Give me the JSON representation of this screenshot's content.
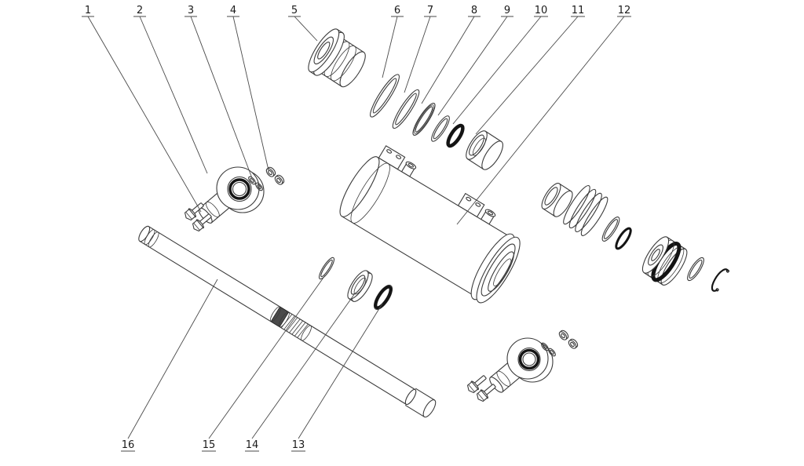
{
  "diagram": {
    "background_color": "#ffffff",
    "line_color": "#3a3a3a",
    "dark_color": "#141414",
    "callouts": [
      {
        "label": "1"
      },
      {
        "label": "2"
      },
      {
        "label": "3"
      },
      {
        "label": "4"
      },
      {
        "label": "5"
      },
      {
        "label": "6"
      },
      {
        "label": "7"
      },
      {
        "label": "8"
      },
      {
        "label": "9"
      },
      {
        "label": "10"
      },
      {
        "label": "11"
      },
      {
        "label": "12"
      },
      {
        "label": "13"
      },
      {
        "label": "14"
      },
      {
        "label": "15"
      },
      {
        "label": "16"
      }
    ]
  }
}
